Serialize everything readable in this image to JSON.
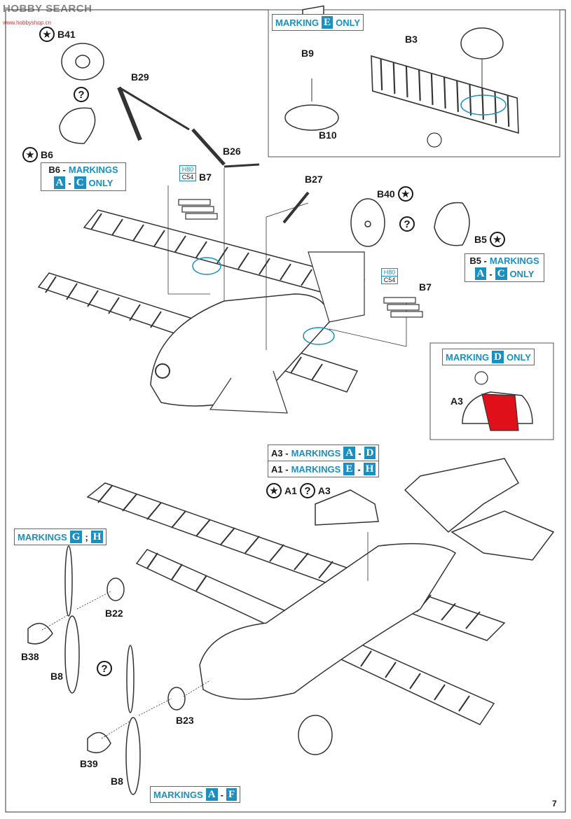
{
  "watermark": {
    "brand": "HOBBY SEARCH",
    "site": "www.hobbyshop.cn"
  },
  "page_number": "7",
  "top_callout": {
    "title": {
      "pre": "MARKING",
      "letters": [
        "E"
      ],
      "post": "ONLY"
    },
    "labels": {
      "b9": "B9",
      "b10": "B10",
      "b3": "B3"
    }
  },
  "labels": {
    "b41": "B41",
    "b29": "B29",
    "b6": "B6",
    "b26": "B26",
    "b7a": "B7",
    "b27": "B27",
    "b40": "B40",
    "b5": "B5",
    "b7b": "B7",
    "a3": "A3",
    "a1": "A1",
    "a3b": "A3",
    "b22": "B22",
    "b38": "B38",
    "b8a": "B8",
    "b23": "B23",
    "b39": "B39",
    "b8b": "B8"
  },
  "color_tags": [
    {
      "top": "H80",
      "bottom": "C54"
    },
    {
      "top": "H80",
      "bottom": "C54"
    }
  ],
  "notes": {
    "b6_markings": {
      "prefix": "B6 -",
      "text": "MARKINGS",
      "letters": [
        "A",
        "C"
      ],
      "sep": "-",
      "post": "ONLY"
    },
    "b5_markings": {
      "prefix": "B5 -",
      "text": "MARKINGS",
      "letters": [
        "A",
        "C"
      ],
      "sep": "-",
      "post": "ONLY"
    },
    "marking_d": {
      "pre": "MARKING",
      "letters": [
        "D"
      ],
      "post": "ONLY"
    },
    "a3_markings": {
      "prefix": "A3 -",
      "text": "MARKINGS",
      "letters": [
        "A",
        "D"
      ],
      "sep": "-"
    },
    "a1_markings": {
      "prefix": "A1 -",
      "text": "MARKINGS",
      "letters": [
        "E",
        "H"
      ],
      "sep": "-"
    },
    "markings_gh": {
      "text": "MARKINGS",
      "letters": [
        "G",
        "H"
      ],
      "sep": ";"
    },
    "markings_af": {
      "text": "MARKINGS",
      "letters": [
        "A",
        "F"
      ],
      "sep": "-"
    }
  },
  "colors": {
    "accent": "#1a8fc0",
    "highlight": "#e0101a",
    "ink": "#1a1a1a"
  },
  "icons": {
    "star": "soviet-star-icon",
    "question": "question-mark-icon"
  }
}
